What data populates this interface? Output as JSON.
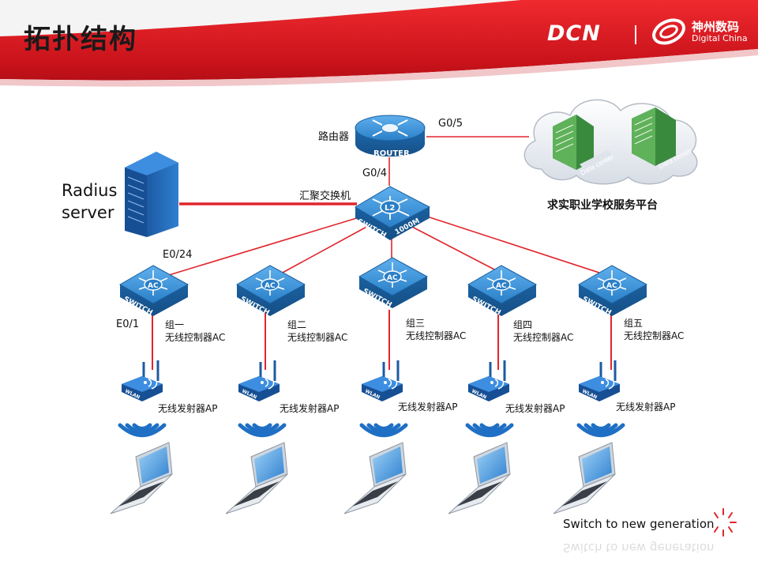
{
  "header": {
    "title": "拓扑结构",
    "brand": "DCN",
    "partner_cn": "神州数码",
    "partner_en": "Digital China"
  },
  "core": {
    "router_label": "路由器",
    "router_text": "ROUTER",
    "router_port_cloud": "G0/5",
    "router_port_down": "G0/4",
    "aggregation_label": "汇聚交换机",
    "aggregation_badge": "L2",
    "aggregation_text": "SWITCH",
    "aggregation_speed": "1000M",
    "radius_line1": "Radius",
    "radius_line2": "server",
    "cloud_caption": "求实职业学校服务平台",
    "datacenter_label": "Data center"
  },
  "groups": [
    {
      "name": "组一",
      "ac_label": "无线控制器AC",
      "ap_label": "无线发射器AP"
    },
    {
      "name": "组二",
      "ac_label": "无线控制器AC",
      "ap_label": "无线发射器AP"
    },
    {
      "name": "组三",
      "ac_label": "无线控制器AC",
      "ap_label": "无线发射器AP"
    },
    {
      "name": "组四",
      "ac_label": "无线控制器AC",
      "ap_label": "无线发射器AP"
    },
    {
      "name": "组五",
      "ac_label": "无线控制器AC",
      "ap_label": "无线发射器AP"
    }
  ],
  "device_text": {
    "ac_badge": "AC",
    "switch_text": "SWITCH",
    "wlan_text": "WLAN"
  },
  "ports": {
    "uplink": "E0/24",
    "downlink": "E0/1"
  },
  "footer": {
    "slogan": "Switch to new generation"
  },
  "colors": {
    "brand_red": "#d7141c",
    "link_red": "#e0262d",
    "device_blue": "#2a7fc7"
  }
}
